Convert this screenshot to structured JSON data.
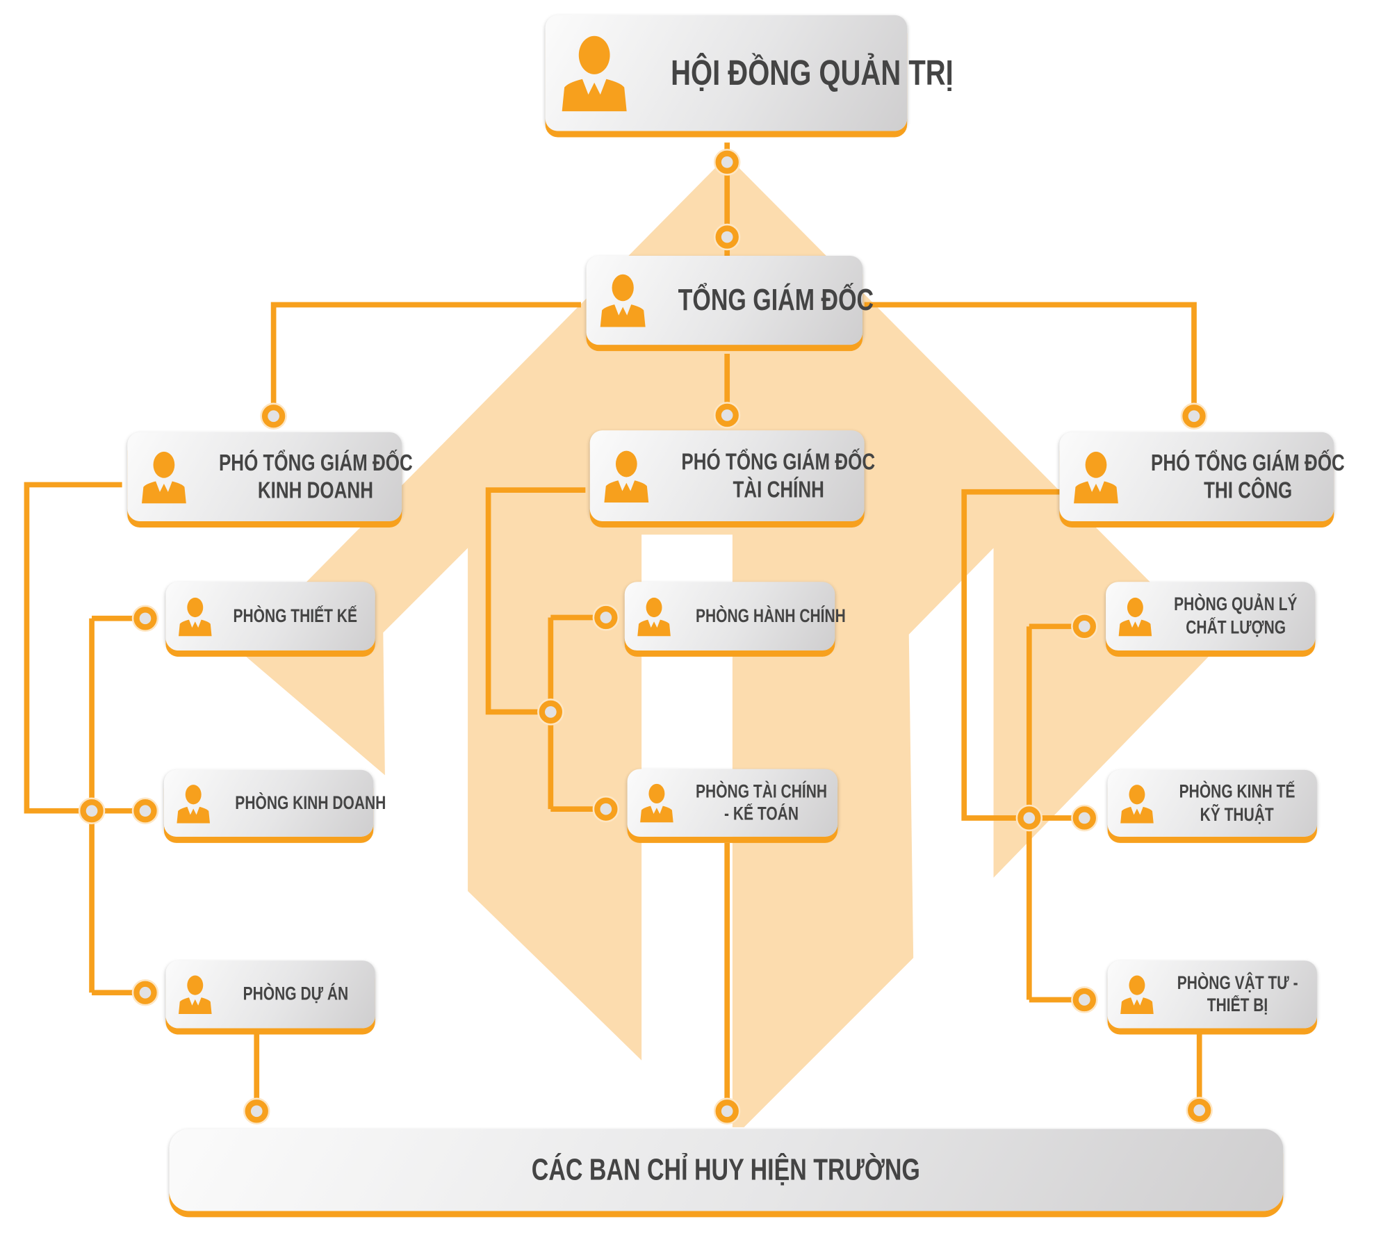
{
  "colors": {
    "accent": "#f7a01d",
    "background_shape": "#fcdcae",
    "text": "#444444"
  },
  "nodes": {
    "board": {
      "icon": "person-icon",
      "line1": "HỘI ĐỒNG QUẢN TRỊ"
    },
    "ceo": {
      "icon": "person-icon",
      "line1": "TỔNG GIÁM ĐỐC"
    },
    "vp_business": {
      "icon": "person-icon",
      "line1": "PHÓ TỔNG GIÁM ĐỐC",
      "line2": "KINH DOANH"
    },
    "vp_finance": {
      "icon": "person-icon",
      "line1": "PHÓ TỔNG GIÁM ĐỐC",
      "line2": "TÀI CHÍNH"
    },
    "vp_construction": {
      "icon": "person-icon",
      "line1": "PHÓ TỔNG GIÁM ĐỐC",
      "line2": "THI CÔNG"
    },
    "design": {
      "icon": "person-icon",
      "line1": "PHÒNG THIẾT KẾ"
    },
    "sales": {
      "icon": "person-icon",
      "line1": "PHÒNG KINH DOANH"
    },
    "projects": {
      "icon": "person-icon",
      "line1": "PHÒNG DỰ ÁN"
    },
    "admin": {
      "icon": "person-icon",
      "line1": "PHÒNG HÀNH CHÍNH"
    },
    "accounting": {
      "icon": "person-icon",
      "line1": "PHÒNG TÀI CHÍNH",
      "line2": "- KẾ TOÁN"
    },
    "quality": {
      "icon": "person-icon",
      "line1": "PHÒNG QUẢN LÝ",
      "line2": "CHẤT LƯỢNG"
    },
    "engineering": {
      "icon": "person-icon",
      "line1": "PHÒNG KINH TẾ",
      "line2": "KỸ THUẬT"
    },
    "materials": {
      "icon": "person-icon",
      "line1": "PHÒNG VẬT TƯ -",
      "line2": "THIẾT BỊ"
    },
    "site": {
      "line1": "CÁC BAN CHỈ HUY HIỆN TRƯỜNG"
    }
  }
}
